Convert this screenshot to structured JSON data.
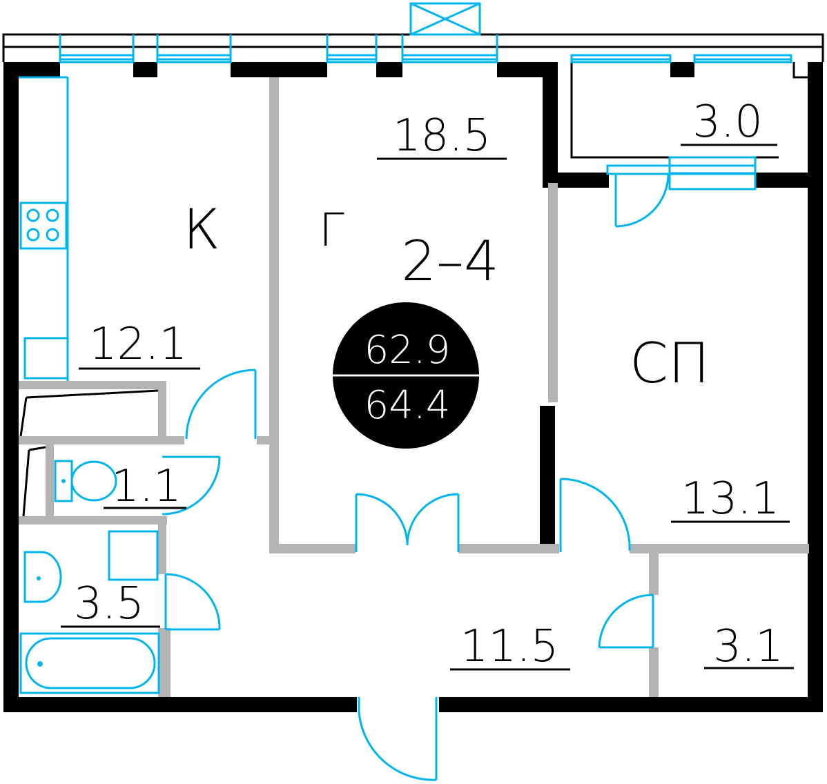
{
  "plan": {
    "unit_code": "2–4",
    "unit_prefix": "Г",
    "total_area": "62.9",
    "total_area_with_balcony": "64.4",
    "rooms": [
      {
        "code": "К",
        "area": "12.1"
      },
      {
        "code": "",
        "area": "18.5"
      },
      {
        "code": "СП",
        "area": "13.1"
      },
      {
        "code": "",
        "area": "3.0"
      },
      {
        "code": "",
        "area": "1.1"
      },
      {
        "code": "",
        "area": "3.5"
      },
      {
        "code": "",
        "area": "11.5"
      },
      {
        "code": "",
        "area": "3.1"
      }
    ]
  },
  "colors": {
    "wall": "#000000",
    "partition": "#b3b3b3",
    "fixture": "#00b4ee",
    "background": "#ffffff"
  }
}
